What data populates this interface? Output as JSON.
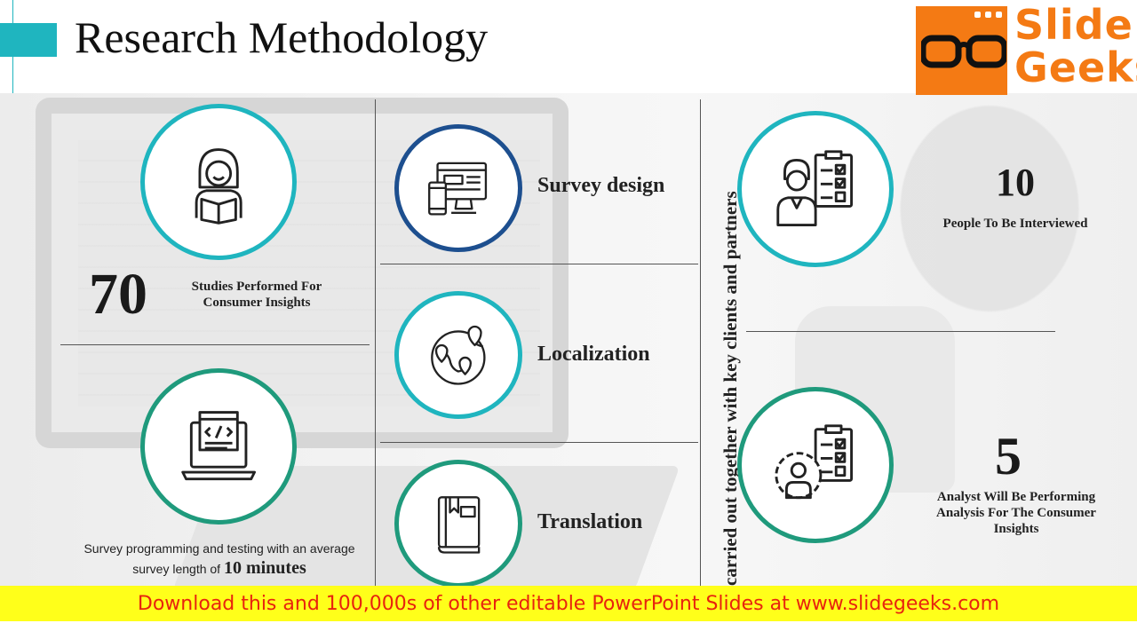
{
  "title": "Research Methodology",
  "logo": {
    "line1": "Slide",
    "line2": "Geeks"
  },
  "left": {
    "stat1": {
      "number": "70",
      "text": "Studies Performed For Consumer Insights"
    },
    "note": {
      "text": "Survey programming and testing with an average survey length of",
      "emph": "10 minutes"
    }
  },
  "middle": {
    "items": [
      {
        "label": "Survey design",
        "icon": "devices-icon"
      },
      {
        "label": "Localization",
        "icon": "globe-pins-icon"
      },
      {
        "label": "Translation",
        "icon": "book-icon"
      }
    ]
  },
  "vertical_text": "carried out together with key clients and partners",
  "right": {
    "stat1": {
      "number": "10",
      "text": "People To Be Interviewed",
      "icon": "interviewer-checklist-icon"
    },
    "stat2": {
      "number": "5",
      "text": "Analyst Will Be Performing Analysis For The Consumer Insights",
      "icon": "analyst-gear-checklist-icon"
    }
  },
  "banner": "Download this and 100,000s of other editable PowerPoint Slides at www.slidegeeks.com",
  "colors": {
    "accent": "#1fb5bf",
    "teal_green": "#1f9a7c",
    "navy": "#1d4f8f",
    "logo_orange": "#f47a14",
    "banner_bg": "#ffff1a",
    "banner_text": "#e8230e"
  }
}
